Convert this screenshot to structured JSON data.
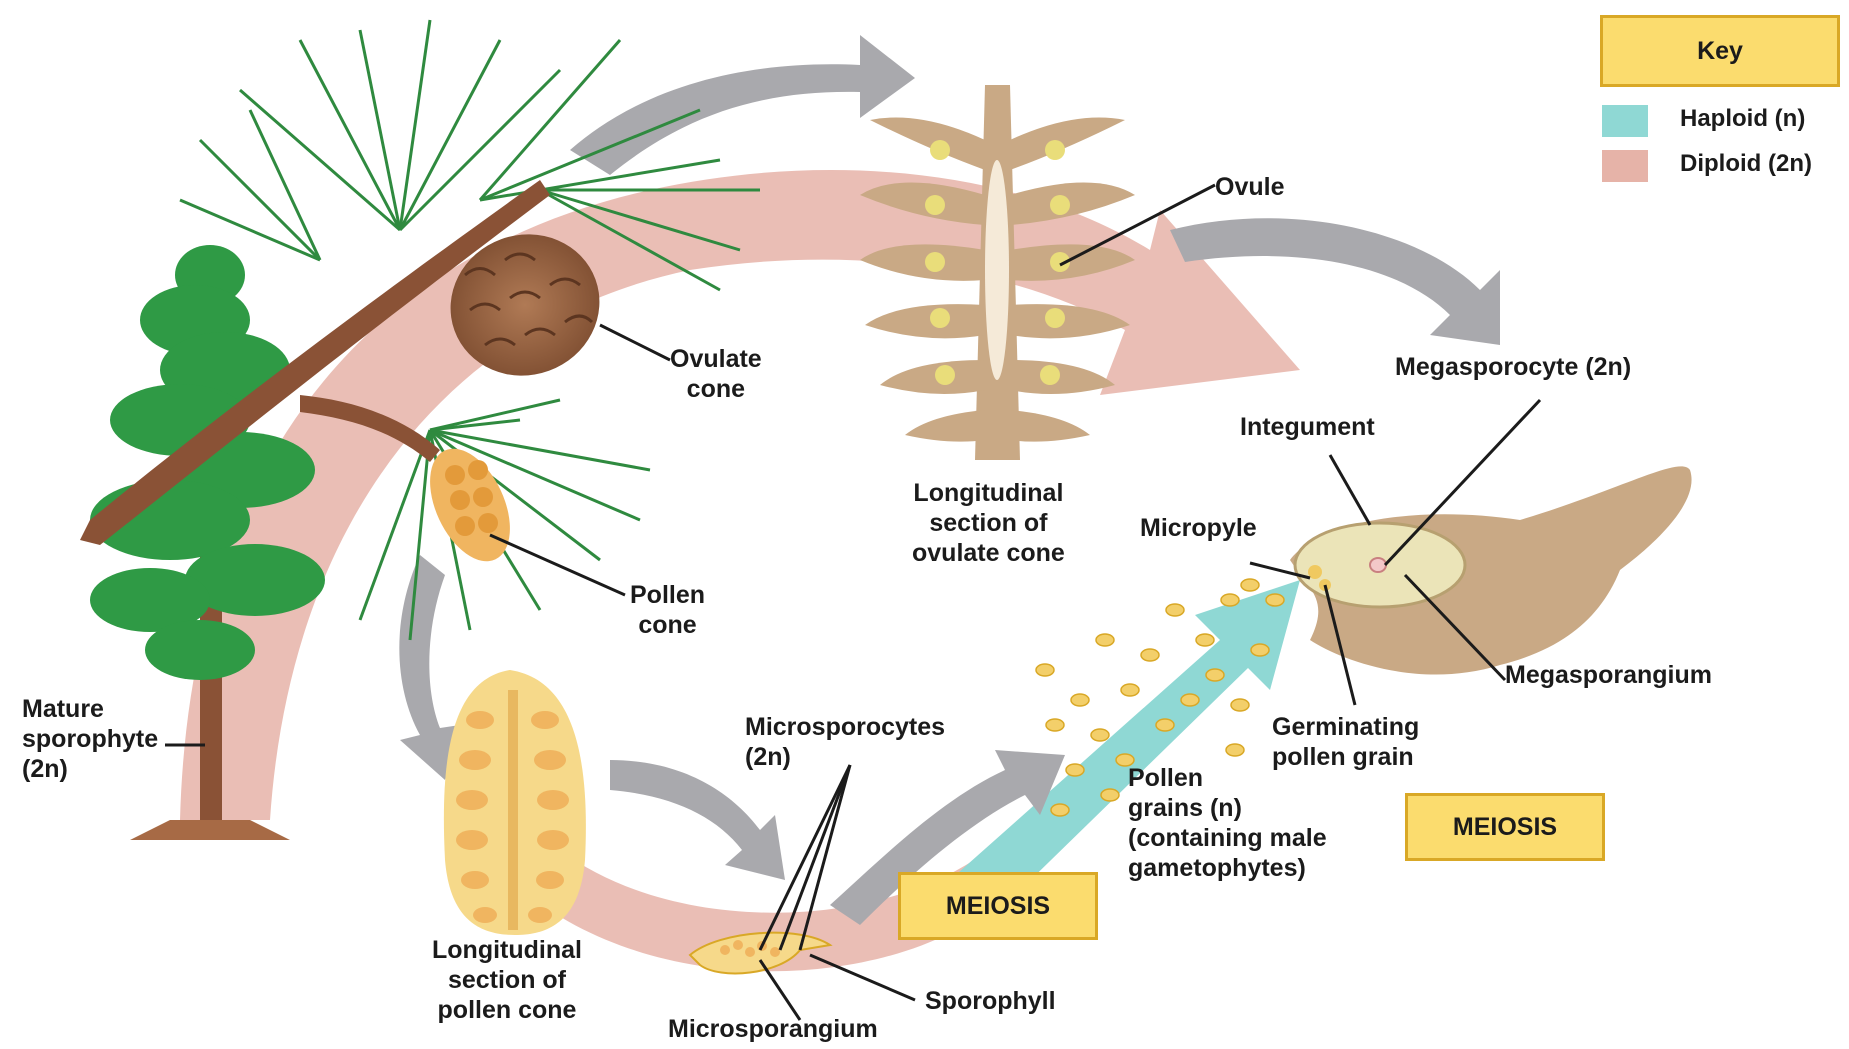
{
  "key": {
    "title": "Key",
    "items": [
      {
        "label": "Haploid (n)",
        "color": "#8fd8d4"
      },
      {
        "label": "Diploid (2n)",
        "color": "#e6b3a8"
      }
    ]
  },
  "labels": {
    "ovulate_cone": "Ovulate\ncone",
    "pollen_cone": "Pollen\ncone",
    "mature_sporophyte": "Mature\nsporophyte\n(2n)",
    "long_section_ovulate": "Longitudinal\nsection of\novulate cone",
    "ovule": "Ovule",
    "megasporocyte": "Megasporocyte (2n)",
    "integument": "Integument",
    "micropyle": "Micropyle",
    "megasporangium": "Megasporangium",
    "germinating_pollen": "Germinating\npollen grain",
    "pollen_grains": "Pollen\ngrains (n)\n(containing male\ngametophytes)",
    "microsporocytes": "Microsporocytes\n(2n)",
    "long_section_pollen": "Longitudinal\nsection of\npollen cone",
    "sporophyll": "Sporophyll",
    "microsporangium": "Microsporangium"
  },
  "meiosis_boxes": [
    "MEIOSIS",
    "MEIOSIS"
  ],
  "colors": {
    "diploid_arrow": "#e6b3a8",
    "haploid_arrow": "#8fd8d4",
    "process_arrow": "#a9a9ad",
    "branch": "#8a5236",
    "needle": "#2f8a3f",
    "tree": "#2f9a45",
    "cone_tissue": "#c9a985",
    "pollen_tissue": "#f6d98a"
  }
}
